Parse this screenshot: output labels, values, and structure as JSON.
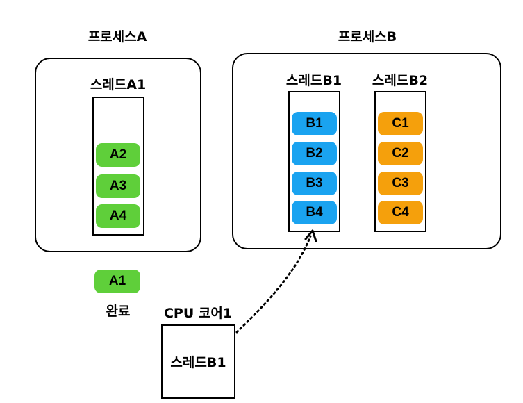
{
  "process_a": {
    "title": "프로세스A",
    "thread": {
      "title": "스레드A1",
      "tasks": [
        "A2",
        "A3",
        "A4"
      ]
    }
  },
  "process_b": {
    "title": "프로세스B",
    "threads": [
      {
        "title": "스레드B1",
        "tasks": [
          "B1",
          "B2",
          "B3",
          "B4"
        ]
      },
      {
        "title": "스레드B2",
        "tasks": [
          "C1",
          "C2",
          "C3",
          "C4"
        ]
      }
    ]
  },
  "completed": {
    "task": "A1",
    "label": "완료"
  },
  "cpu": {
    "title": "CPU 코어1",
    "running_thread": "스레드B1"
  },
  "colors": {
    "green": "#5fcf3a",
    "blue": "#1aa3f0",
    "orange": "#f5a00c"
  }
}
